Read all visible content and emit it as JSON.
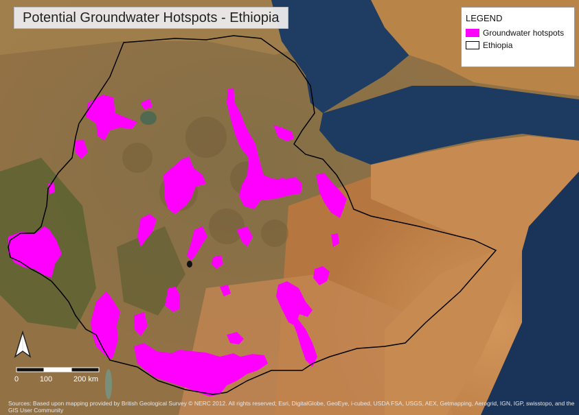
{
  "map": {
    "title": "Potential Groundwater Hotspots - Ethiopia",
    "legend": {
      "title": "LEGEND",
      "items": [
        {
          "label": "Groundwater hotspots",
          "color": "#ff00ff",
          "symbol": "filled-box"
        },
        {
          "label": "Ethiopia",
          "color": "#000000",
          "symbol": "outline-box"
        }
      ]
    },
    "scale_bar": {
      "labels": [
        "0",
        "100",
        "200 km"
      ]
    },
    "north_arrow": {
      "icon": "north-arrow-icon",
      "label": "north"
    },
    "attribution": "Sources: Based upon mapping provided by British Geological Survey © NERC 2012. All rights reserved; Esri, DigitalGlobe, GeoEye, i-cubed, USDA FSA, USGS, AEX, Getmapping, Aerogrid, IGN, IGP, swisstopo, and the GIS User Community",
    "colors": {
      "hotspot": "#ff00ff",
      "boundary": "#000000",
      "sea": "#1f3d63",
      "desert": "#c98a52",
      "highland": "#8a6b42",
      "vegetation": "#4c5a2e"
    }
  }
}
